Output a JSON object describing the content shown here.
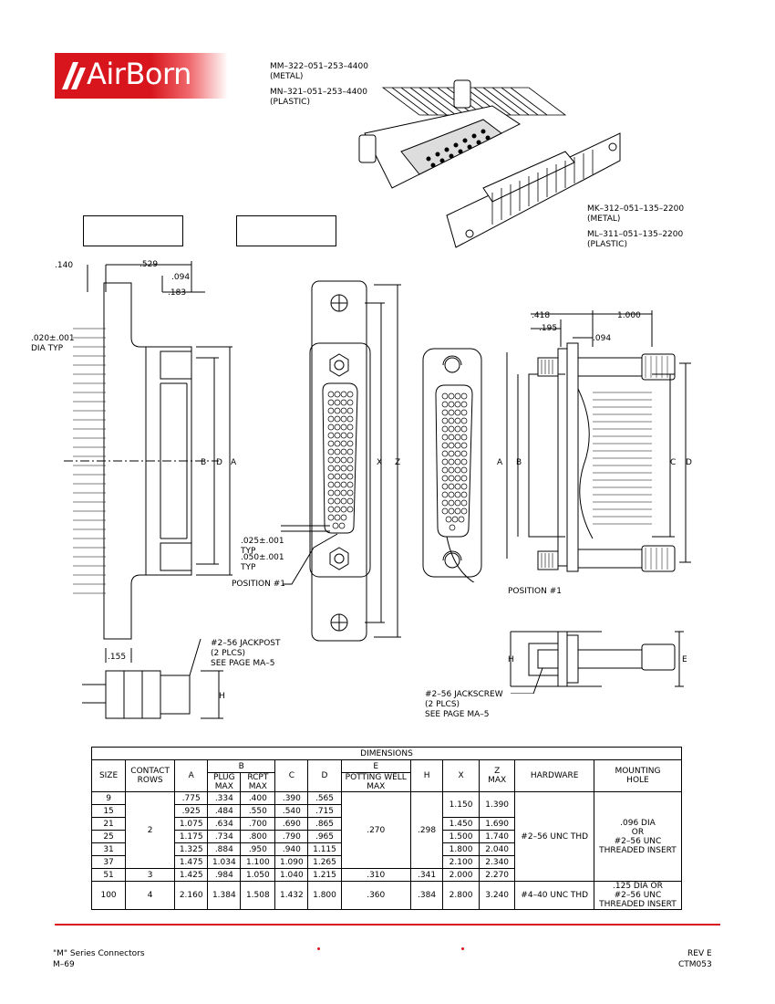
{
  "brand": {
    "name": "AirBorn"
  },
  "callouts": {
    "top_metal": "MM–322–051–253–4400\n(METAL)",
    "top_plastic": "MN–321–051–253–4400\n(PLASTIC)",
    "right_metal": "MK–312–051–135–2200\n(METAL)",
    "right_plastic": "ML–311–051–135–2200\n(PLASTIC)",
    "jackpost": "#2–56 JACKPOST\n(2 PLCS)\nSEE PAGE MA–5",
    "jackscrew": "#2–56 JACKSCREW\n(2 PLCS)\nSEE PAGE MA–5",
    "position1_left": "POSITION #1",
    "position1_right": "POSITION #1",
    "contact_pitch": ".025±.001\nTYP",
    "row_pitch": ".050±.001\nTYP",
    "pin_dia": ".020±.001\nDIA TYP"
  },
  "dims_left": {
    "d140": ".140",
    "d529": ".529",
    "d094": ".094",
    "d183": ".183",
    "d155": ".155",
    "B": "B",
    "D": "D",
    "A": "A",
    "H": "H"
  },
  "dims_mid": {
    "X": "X",
    "Z": "Z",
    "A": "A",
    "B": "B"
  },
  "dims_right": {
    "d418": ".418",
    "d1000": "1.000",
    "d195": ".195",
    "d094": ".094",
    "C": "C",
    "D": "D",
    "H": "H",
    "E": "E"
  },
  "table": {
    "title": "DIMENSIONS",
    "headers": {
      "size": "SIZE",
      "rows": "CONTACT\nROWS",
      "a": "A",
      "b": "B",
      "b_plug": "PLUG\nMAX",
      "b_rcpt": "RCPT\nMAX",
      "c": "C",
      "d": "D",
      "e": "E",
      "e_sub": "POTTING WELL\nMAX",
      "h": "H",
      "x": "X",
      "z": "Z\nMAX",
      "hardware": "HARDWARE",
      "mounting": "MOUNTING\nHOLE"
    },
    "rows": [
      {
        "size": "9",
        "a": ".775",
        "plug": ".334",
        "rcpt": ".400",
        "c": ".390",
        "d": ".565"
      },
      {
        "size": "15",
        "a": ".925",
        "plug": ".484",
        "rcpt": ".550",
        "c": ".540",
        "d": ".715"
      },
      {
        "size": "21",
        "a": "1.075",
        "plug": ".634",
        "rcpt": ".700",
        "c": ".690",
        "d": ".865",
        "x": "1.450",
        "z": "1.690"
      },
      {
        "size": "25",
        "a": "1.175",
        "plug": ".734",
        "rcpt": ".800",
        "c": ".790",
        "d": ".965",
        "x": "1.500",
        "z": "1.740"
      },
      {
        "size": "31",
        "a": "1.325",
        "plug": ".884",
        "rcpt": ".950",
        "c": ".940",
        "d": "1.115",
        "x": "1.800",
        "z": "2.040"
      },
      {
        "size": "37",
        "a": "1.475",
        "plug": "1.034",
        "rcpt": "1.100",
        "c": "1.090",
        "d": "1.265",
        "x": "2.100",
        "z": "2.340"
      },
      {
        "size": "51",
        "rows": "3",
        "a": "1.425",
        "plug": ".984",
        "rcpt": "1.050",
        "c": "1.040",
        "d": "1.215",
        "e": ".310",
        "h": ".341",
        "x": "2.000",
        "z": "2.270"
      },
      {
        "size": "100",
        "rows": "4",
        "a": "2.160",
        "plug": "1.384",
        "rcpt": "1.508",
        "c": "1.432",
        "d": "1.800",
        "e": ".360",
        "h": ".384",
        "x": "2.800",
        "z": "3.240",
        "hw": "#4–40 UNC THD",
        "mh": ".125 DIA OR\n#2–56 UNC\nTHREADED INSERT"
      }
    ],
    "merged": {
      "rows_2": "2",
      "e_270": ".270",
      "h_298": ".298",
      "x_1150": "1.150",
      "z_1390": "1.390",
      "hw_256": "#2–56 UNC THD",
      "mh_096": ".096 DIA\nOR\n#2–56 UNC\nTHREADED INSERT"
    }
  },
  "footer": {
    "series": "\"M\" Series Connectors",
    "page": "M–69",
    "rev": "REV E",
    "code": "CTM053"
  },
  "colors": {
    "brand_red": "#d8141c"
  }
}
